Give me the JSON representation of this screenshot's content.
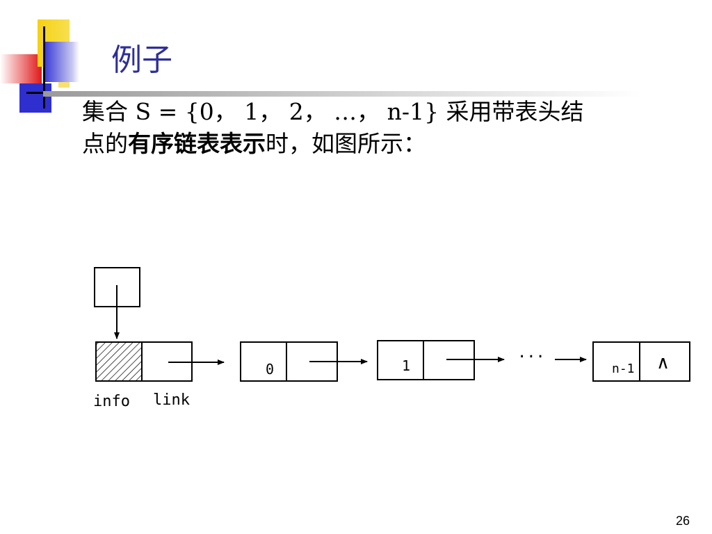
{
  "slide": {
    "title": "例子",
    "paragraph": {
      "line1": "集合 S = {0， 1， 2， …， n-1} 采用带表头结",
      "line2_pre": "点的",
      "line2_bold": "有序链表表示",
      "line2_post": "时，如图所示："
    },
    "page_number": "26"
  },
  "diagram": {
    "header_labels": {
      "info": "info",
      "link": "link"
    },
    "nodes": [
      {
        "info": "0"
      },
      {
        "info": "1"
      },
      {
        "info": "n-1",
        "link_symbol": "∧"
      }
    ],
    "ellipsis": "···"
  },
  "colors": {
    "title": "#2e2f9a",
    "deco_yellow": "#f5d10f",
    "deco_blue": "#2f2fd0",
    "deco_red": "#e01818"
  }
}
